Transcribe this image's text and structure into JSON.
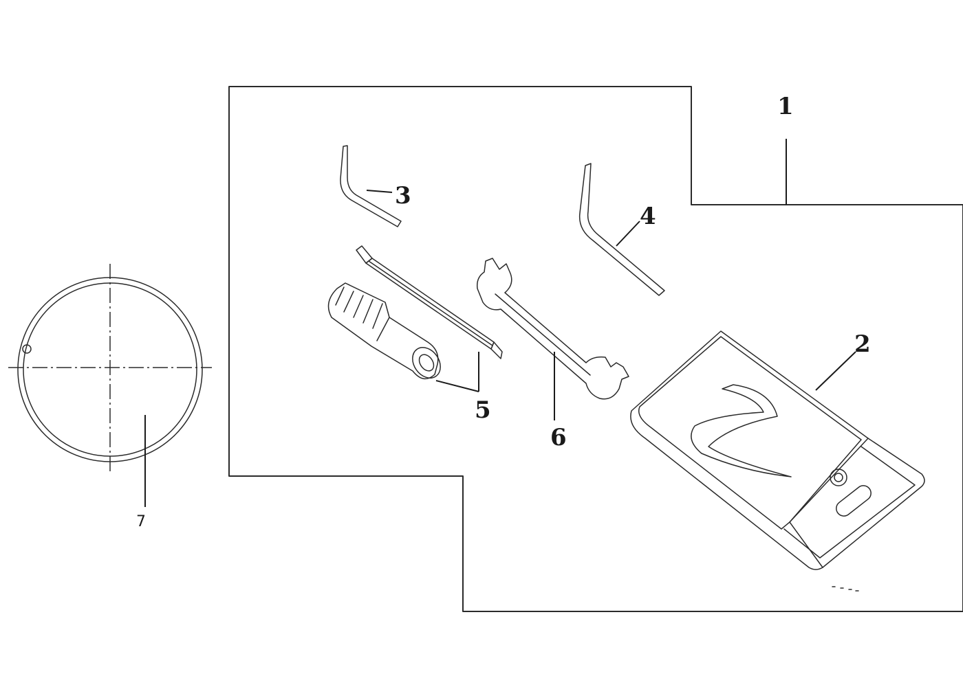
{
  "callouts": {
    "c1": "1",
    "c2": "2",
    "c3": "3",
    "c4": "4",
    "c5": "5",
    "c6": "6",
    "c7": "7"
  },
  "colors": {
    "line": "#2a2a2a",
    "background": "#ffffff"
  },
  "icons": [
    "tool-bag-icon",
    "allen-key-icon",
    "screwdriver-icon",
    "wrench-icon",
    "o-ring-icon"
  ]
}
